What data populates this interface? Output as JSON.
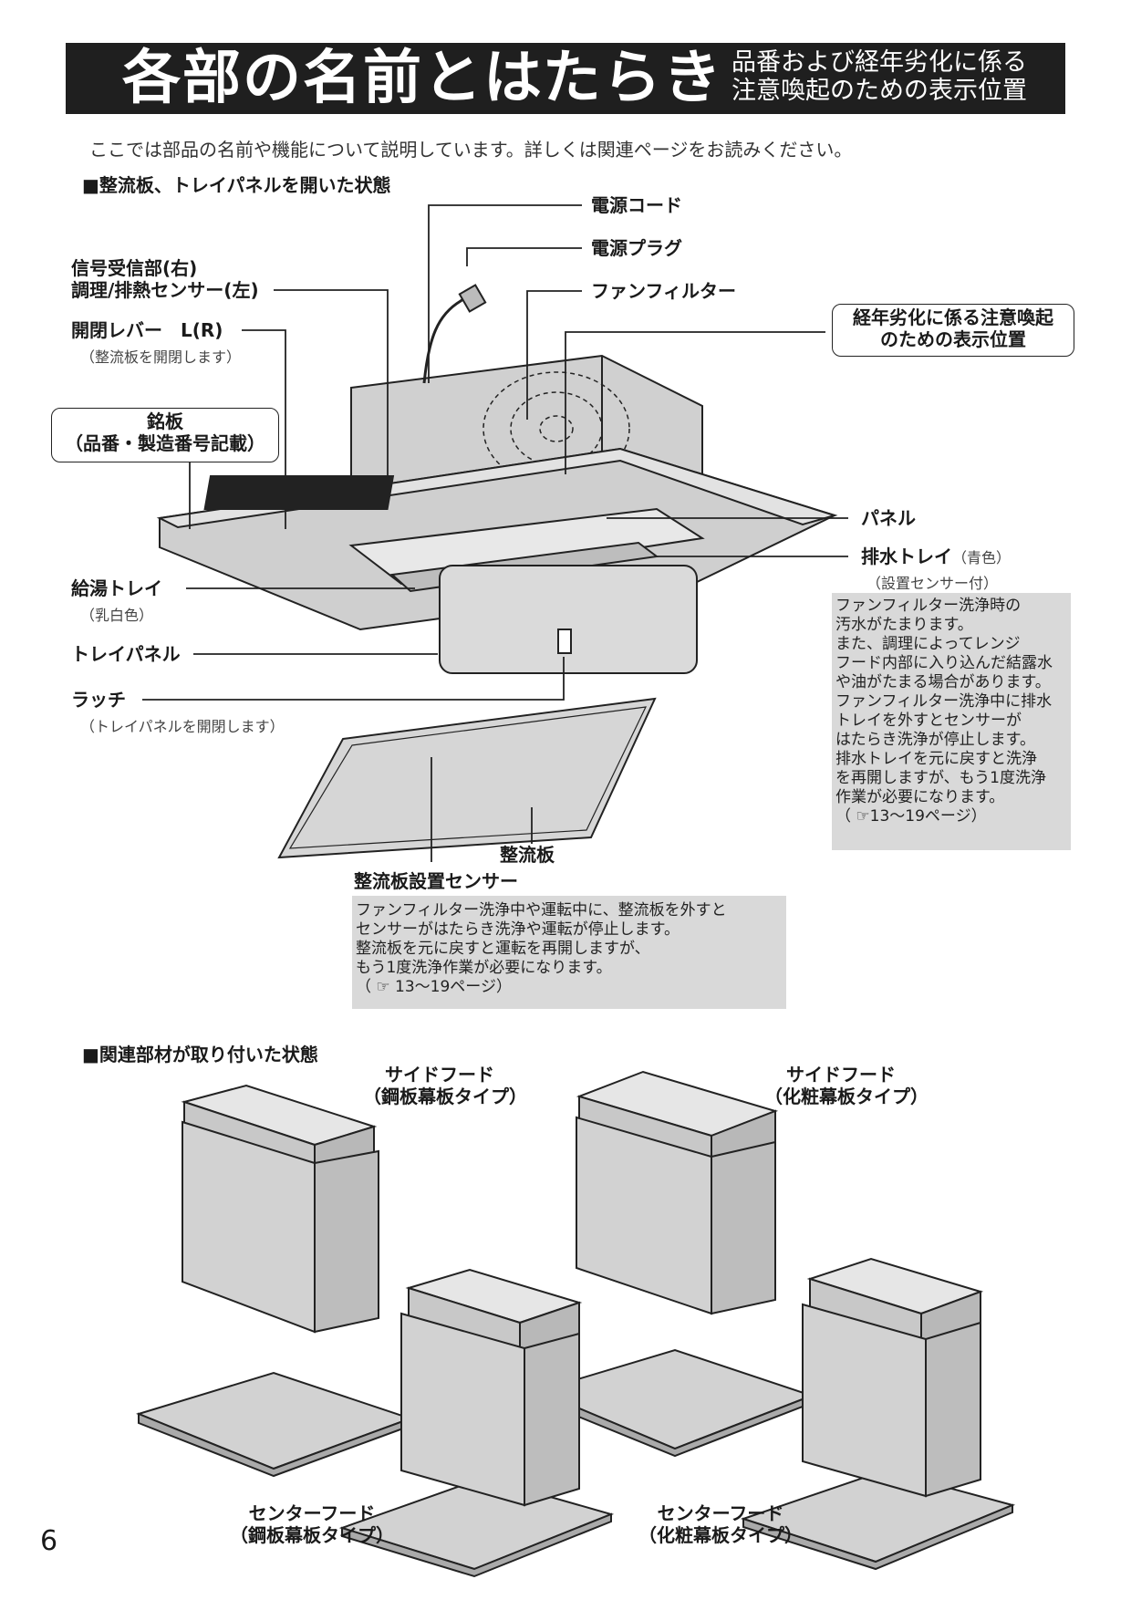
{
  "header": {
    "title": "各部の名前とはたらき",
    "subtitle_line1": "品番および経年劣化に係る",
    "subtitle_line2": "注意喚起のための表示位置"
  },
  "intro": "ここでは部品の名前や機能について説明しています。詳しくは関連ページをお読みください。",
  "section1": {
    "heading": "■整流板、トレイパネルを開いた状態",
    "labels": {
      "power_cord": "電源コード",
      "power_plug": "電源プラグ",
      "fan_filter": "ファンフィルター",
      "signal_receiver": "信号受信部(右)",
      "cooking_sensor": "調理/排熱センサー(左)",
      "lever": "開閉レバー　L(R)",
      "lever_note": "（整流板を開閉します）",
      "nameplate_line1": "銘板",
      "nameplate_line2": "（品番・製造番号記載）",
      "warning_line1": "経年劣化に係る注意喚起",
      "warning_line2": "のための表示位置",
      "panel": "パネル",
      "drain_tray": "排水トレイ",
      "drain_tray_color": "（青色）",
      "drain_tray_note": "（設置センサー付）",
      "hot_water_tray": "給湯トレイ",
      "hot_water_tray_note": "（乳白色）",
      "tray_panel": "トレイパネル",
      "latch": "ラッチ",
      "latch_note": "（トレイパネルを開閉します）",
      "baffle": "整流板",
      "baffle_sensor": "整流板設置センサー"
    },
    "drain_note_lines": [
      "ファンフィルター洗浄時の",
      "汚水がたまります。",
      "また、調理によってレンジ",
      "フード内部に入り込んだ結露水",
      "や油がたまる場合があります。",
      "ファンフィルター洗浄中に排水",
      "トレイを外すとセンサーが",
      "はたらき洗浄が停止します。",
      "排水トレイを元に戻すと洗浄",
      "を再開しますが、もう1度洗浄",
      "作業が必要になります。",
      "（ ☞13～19ページ）"
    ],
    "baffle_note_lines": [
      "ファンフィルター洗浄中や運転中に、整流板を外すと",
      "センサーがはたらき洗浄や運転が停止します。",
      "整流板を元に戻すと運転を再開しますが、",
      "もう1度洗浄作業が必要になります。",
      "（ ☞ 13～19ページ）"
    ]
  },
  "section2": {
    "heading": "■関連部材が取り付いた状態",
    "side_hood_steel_1": "サイドフード",
    "side_hood_steel_2": "（鋼板幕板タイプ）",
    "side_hood_deco_1": "サイドフード",
    "side_hood_deco_2": "（化粧幕板タイプ）",
    "center_hood_steel_1": "センターフード",
    "center_hood_steel_2": "（鋼板幕板タイプ）",
    "center_hood_deco_1": "センターフード",
    "center_hood_deco_2": "（化粧幕板タイプ）"
  },
  "page_number": "6"
}
